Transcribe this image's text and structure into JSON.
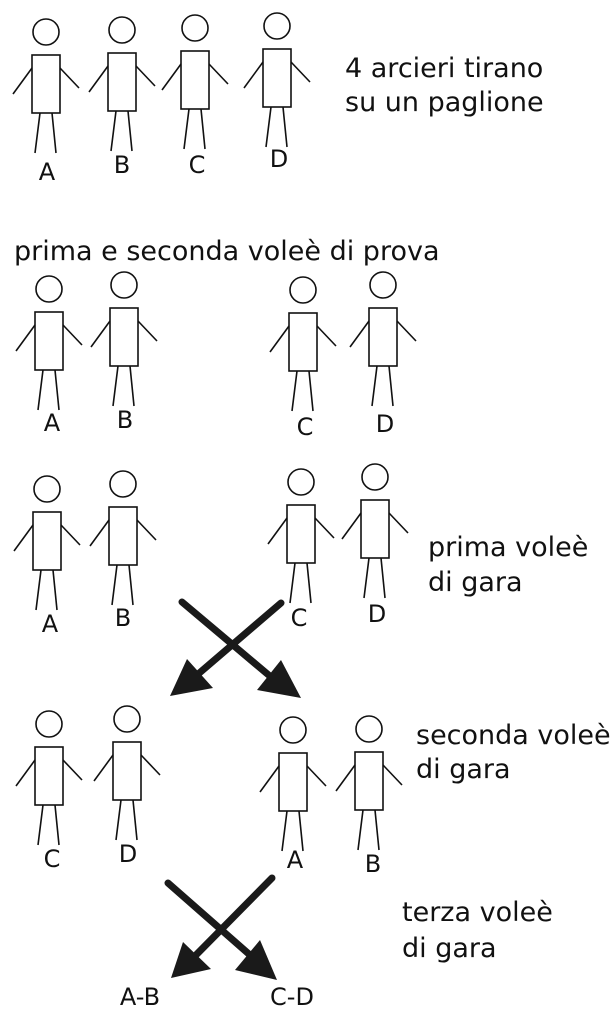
{
  "colors": {
    "ink": "#111111",
    "arrow": "#1a1a1a",
    "background": "#ffffff"
  },
  "intro": {
    "caption_line1": "4 arcieri tirano",
    "caption_line2": "su un paglione",
    "archers": [
      "A",
      "B",
      "C",
      "D"
    ]
  },
  "practice": {
    "caption": "prima e seconda voleè di prova",
    "archers": [
      "A",
      "B",
      "C",
      "D"
    ]
  },
  "first_end": {
    "caption_line1": "prima voleè",
    "caption_line2": "di gara",
    "archers": [
      "A",
      "B",
      "C",
      "D"
    ]
  },
  "second_end": {
    "caption_line1": "seconda voleè",
    "caption_line2": "di gara",
    "archers": [
      "C",
      "D",
      "A",
      "B"
    ]
  },
  "third_end": {
    "caption_line1": "terza voleè",
    "caption_line2": "di gara",
    "groups": [
      "A-B",
      "C-D"
    ]
  }
}
